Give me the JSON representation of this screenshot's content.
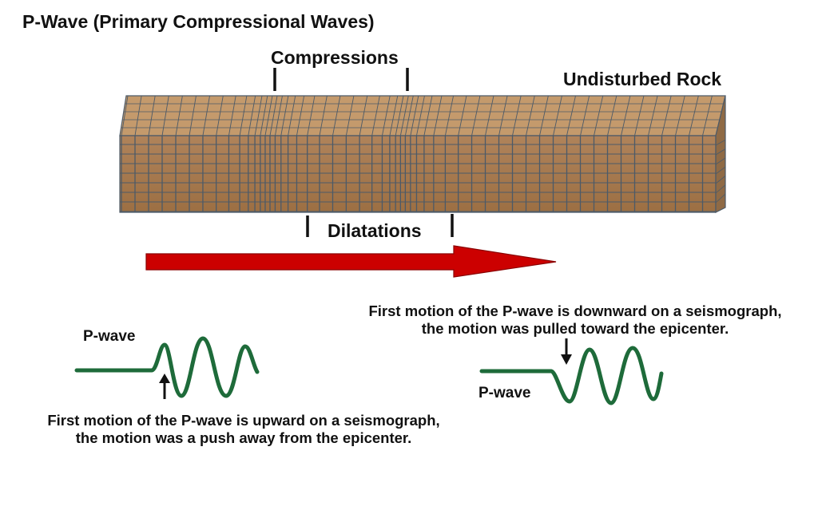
{
  "title": "P-Wave (Primary Compressional Waves)",
  "labels": {
    "compressions": "Compressions",
    "undisturbed_rock": "Undisturbed Rock",
    "dilatations": "Dilatations",
    "pwave_left": "P-wave",
    "pwave_right": "P-wave"
  },
  "captions": {
    "upward": {
      "line1": "First motion of the P-wave is upward on a seismograph,",
      "line2": "the motion was a push away from the epicenter."
    },
    "downward": {
      "line1": "First motion of the P-wave is downward on a seismograph,",
      "line2": "the motion was pulled toward the epicenter."
    }
  },
  "colors": {
    "rock_fill": "#a87a4c",
    "rock_grid": "#4c5a68",
    "arrow": "#cc0000",
    "wave": "#1e6b3a"
  },
  "icons": {
    "direction_arrow": "arrow-right-icon",
    "first_motion_up": "arrow-up-icon",
    "first_motion_down": "arrow-down-icon"
  }
}
